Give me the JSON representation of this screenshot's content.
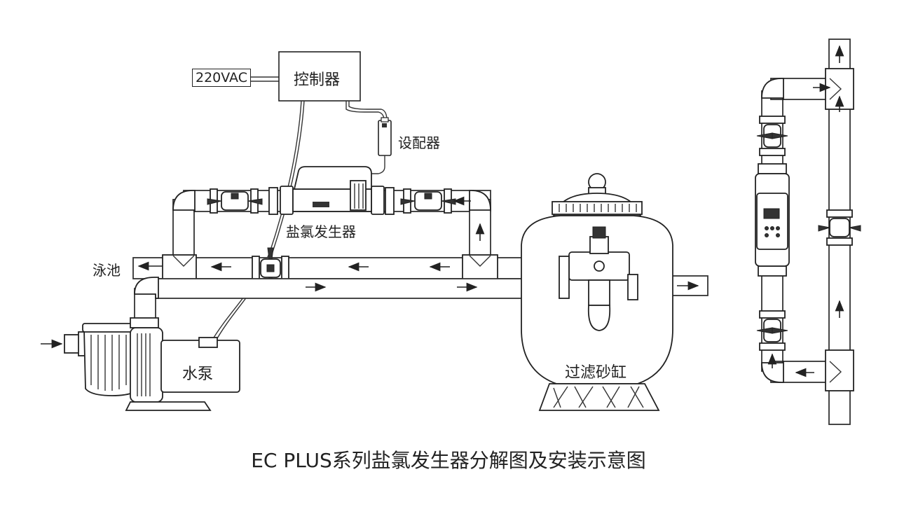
{
  "labels": {
    "power": "220VAC",
    "controller": "控制器",
    "configurator": "设配器",
    "chlorinator": "盐氯发生器",
    "pool": "泳池",
    "pump": "水泵",
    "filter": "过滤砂缸"
  },
  "caption": "EC PLUS系列盐氯发生器分解图及安装示意图"
}
